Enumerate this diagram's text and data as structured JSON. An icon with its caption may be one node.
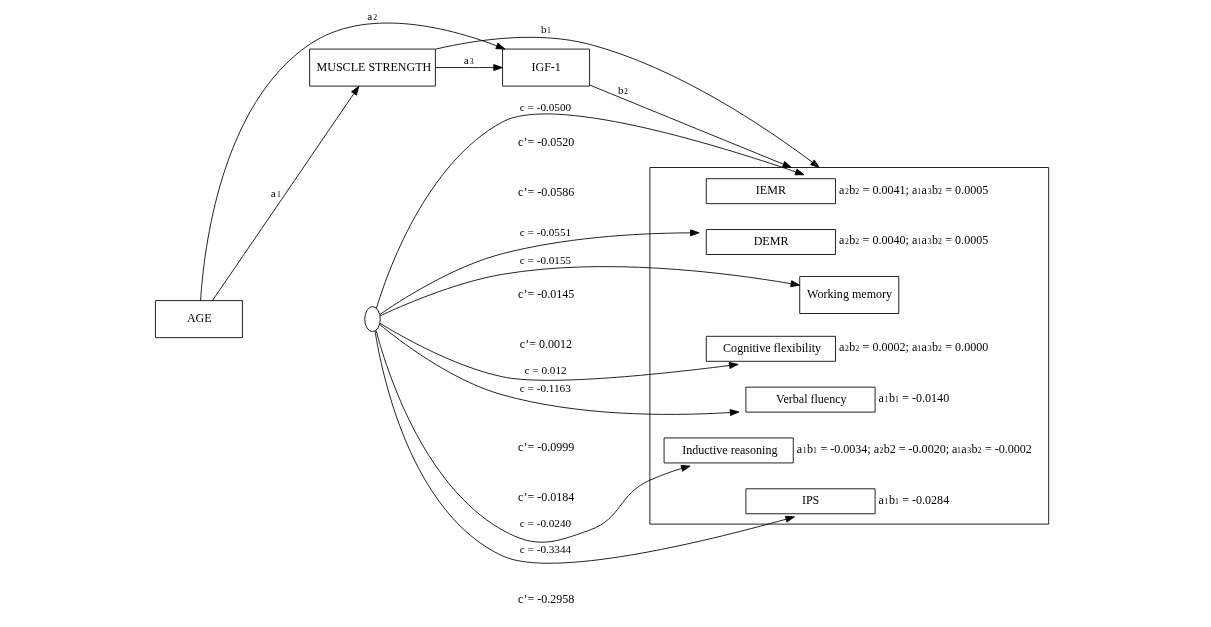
{
  "diagram": {
    "nodes": [
      {
        "text": [
          "AGE"
        ]
      },
      {
        "text": [
          "MUSCLE STRENGTH"
        ]
      },
      {
        "text": [
          "IGF-1"
        ]
      },
      {
        "text": [],
        "shape": "box"
      },
      {
        "text": [],
        "shape": "ellipse"
      },
      {
        "text": [
          "IEMR"
        ],
        "in": 3,
        "beside": [
          "a$_{2}$b$_{2}$ = 0.0041; a$_{1}$a$_{3}$b$_{2}$ = 0.0005"
        ]
      },
      {
        "text": [
          "DEMR"
        ],
        "in": 3,
        "beside": [
          "a$_{2}$b$_{2}$ = 0.0040; a$_{1}$a$_{3}$b$_{2}$ = 0.0005"
        ]
      },
      {
        "text": [
          "Working memory"
        ],
        "in": 3
      },
      {
        "text": [
          "Cognitive flexibility"
        ],
        "in": 3,
        "beside": [
          "a$_{2}$b$_{2}$ = 0.0002; a$_{1}$a$_{3}$b$_{2}$ = 0.0000"
        ]
      },
      {
        "text": [
          "Verbal fluency"
        ],
        "in": 3,
        "beside": [
          "a$_{1}$b$_{1}$ = -0.0140"
        ]
      },
      {
        "text": [
          "Inductive reasoning"
        ],
        "in": 3,
        "beside": [
          "a$_{1}$b$_{1}$ = -0.0034; a$_{2}$b2 = -0.0020; a$_{1}$a$_{3}$b$_{2}$ = -0.0002"
        ]
      },
      {
        "text": [
          "IPS"
        ],
        "in": 3,
        "beside": [
          "a$_{1}$b$_{1}$ = -0.0284"
        ]
      }
    ],
    "edges": [
      {
        "from": 1,
        "to": 2,
        "arrow": "to",
        "label": "a$_{3}$"
      },
      {
        "from": 0,
        "to": 1,
        "arrow": "to",
        "label": "a$_{1}$"
      },
      {
        "from": 0,
        "to": 2,
        "arrow": "to",
        "label": "a$_{2}$"
      },
      {
        "from": 1,
        "to": 3,
        "arrow": "to",
        "label": "b$_{1}$"
      },
      {
        "from": 2,
        "to": 3,
        "arrow": "to",
        "label": "b$_{2}$"
      },
      {
        "from": 4,
        "to": 5,
        "arrow": "to",
        "label": "c = -0.0500"
      },
      {
        "from": 4,
        "to": 6,
        "arrow": "to",
        "label": "c = -0.0551"
      },
      {
        "from": 4,
        "to": 7,
        "arrow": "to",
        "label": "c = -0.0155"
      },
      {
        "from": 4,
        "to": 8,
        "arrow": "to",
        "label": "c = 0.012"
      },
      {
        "from": 4,
        "to": 9,
        "arrow": "to",
        "label": "c = -0.1163"
      },
      {
        "from": 4,
        "to": 10,
        "arrow": "to",
        "label": "c = -0.0240"
      },
      {
        "from": 4,
        "to": 11,
        "arrow": "to",
        "label": "c = -0.3344"
      }
    ],
    "labels": [
      "c’= -0.0520",
      "c’= -0.0586",
      "c’= -0.0145",
      "c’= 0.0012",
      "c’= -0.0999",
      "c’= -0.0184",
      "c’= -0.2958"
    ]
  }
}
